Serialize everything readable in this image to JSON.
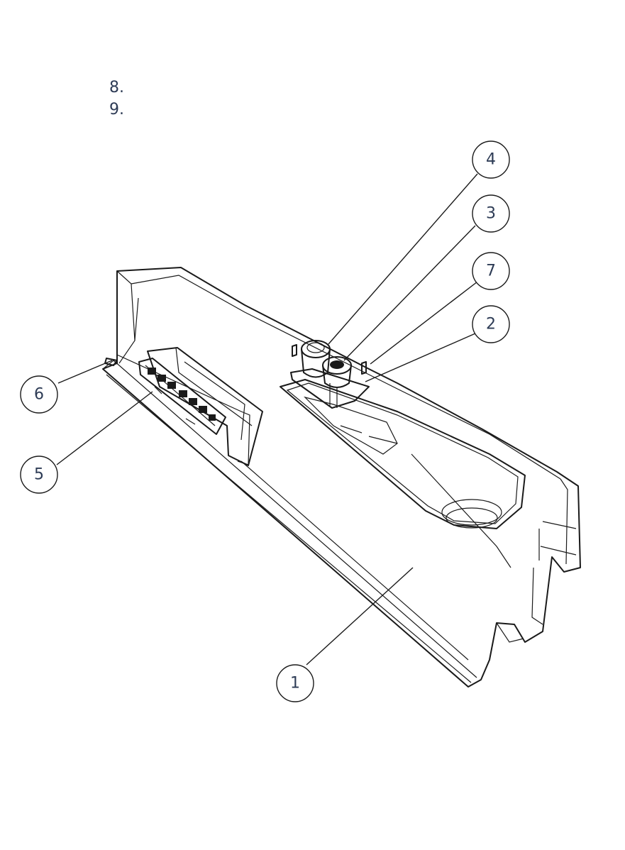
{
  "steps": [
    "8.",
    "9."
  ],
  "balloons": [
    {
      "id": "balloon-1",
      "label": "1"
    },
    {
      "id": "balloon-2",
      "label": "2"
    },
    {
      "id": "balloon-3",
      "label": "3"
    },
    {
      "id": "balloon-4",
      "label": "4"
    },
    {
      "id": "balloon-5",
      "label": "5"
    },
    {
      "id": "balloon-6",
      "label": "6"
    },
    {
      "id": "balloon-7",
      "label": "7"
    }
  ]
}
